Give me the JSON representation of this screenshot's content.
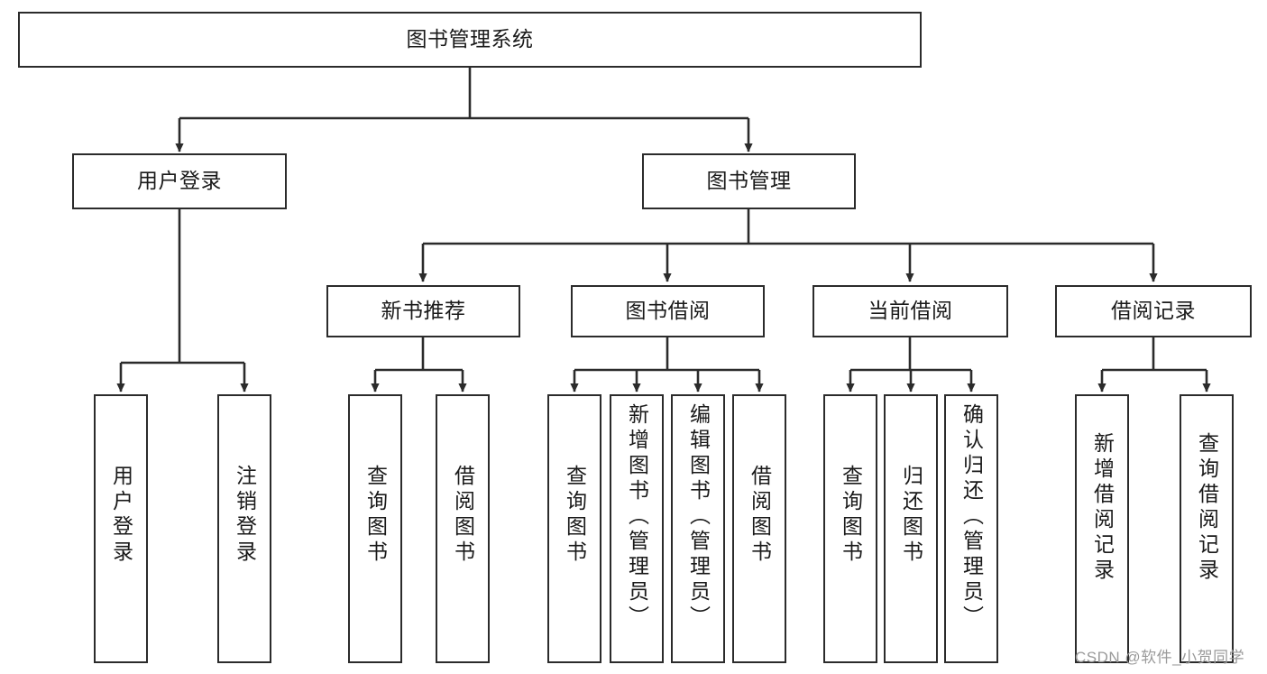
{
  "diagram": {
    "title": "图书管理系统",
    "type": "tree-hierarchy",
    "root": {
      "label": "图书管理系统"
    },
    "level1": [
      {
        "label": "用户登录"
      },
      {
        "label": "图书管理"
      }
    ],
    "level2": [
      {
        "label": "新书推荐"
      },
      {
        "label": "图书借阅"
      },
      {
        "label": "当前借阅"
      },
      {
        "label": "借阅记录"
      }
    ],
    "leaves": {
      "user_login": [
        {
          "label": "用户登录"
        },
        {
          "label": "注销登录"
        }
      ],
      "new_book_recommend": [
        {
          "label": "查询图书"
        },
        {
          "label": "借阅图书"
        }
      ],
      "book_borrow": [
        {
          "label": "查询图书"
        },
        {
          "label": "新增图书（管理员）"
        },
        {
          "label": "编辑图书（管理员）"
        },
        {
          "label": "借阅图书"
        }
      ],
      "current_borrow": [
        {
          "label": "查询图书"
        },
        {
          "label": "归还图书"
        },
        {
          "label": "确认归还（管理员）"
        }
      ],
      "borrow_record": [
        {
          "label": "新增借阅记录"
        },
        {
          "label": "查询借阅记录"
        }
      ]
    }
  },
  "watermark": {
    "text": "CSDN @软件_小贺同学"
  },
  "colors": {
    "box_border": "#2b2b2b",
    "box_fill": "#ffffff",
    "text": "#1a1a1a",
    "connector": "#2b2b2b",
    "watermark": "#9a9a9a",
    "background": "#ffffff"
  }
}
